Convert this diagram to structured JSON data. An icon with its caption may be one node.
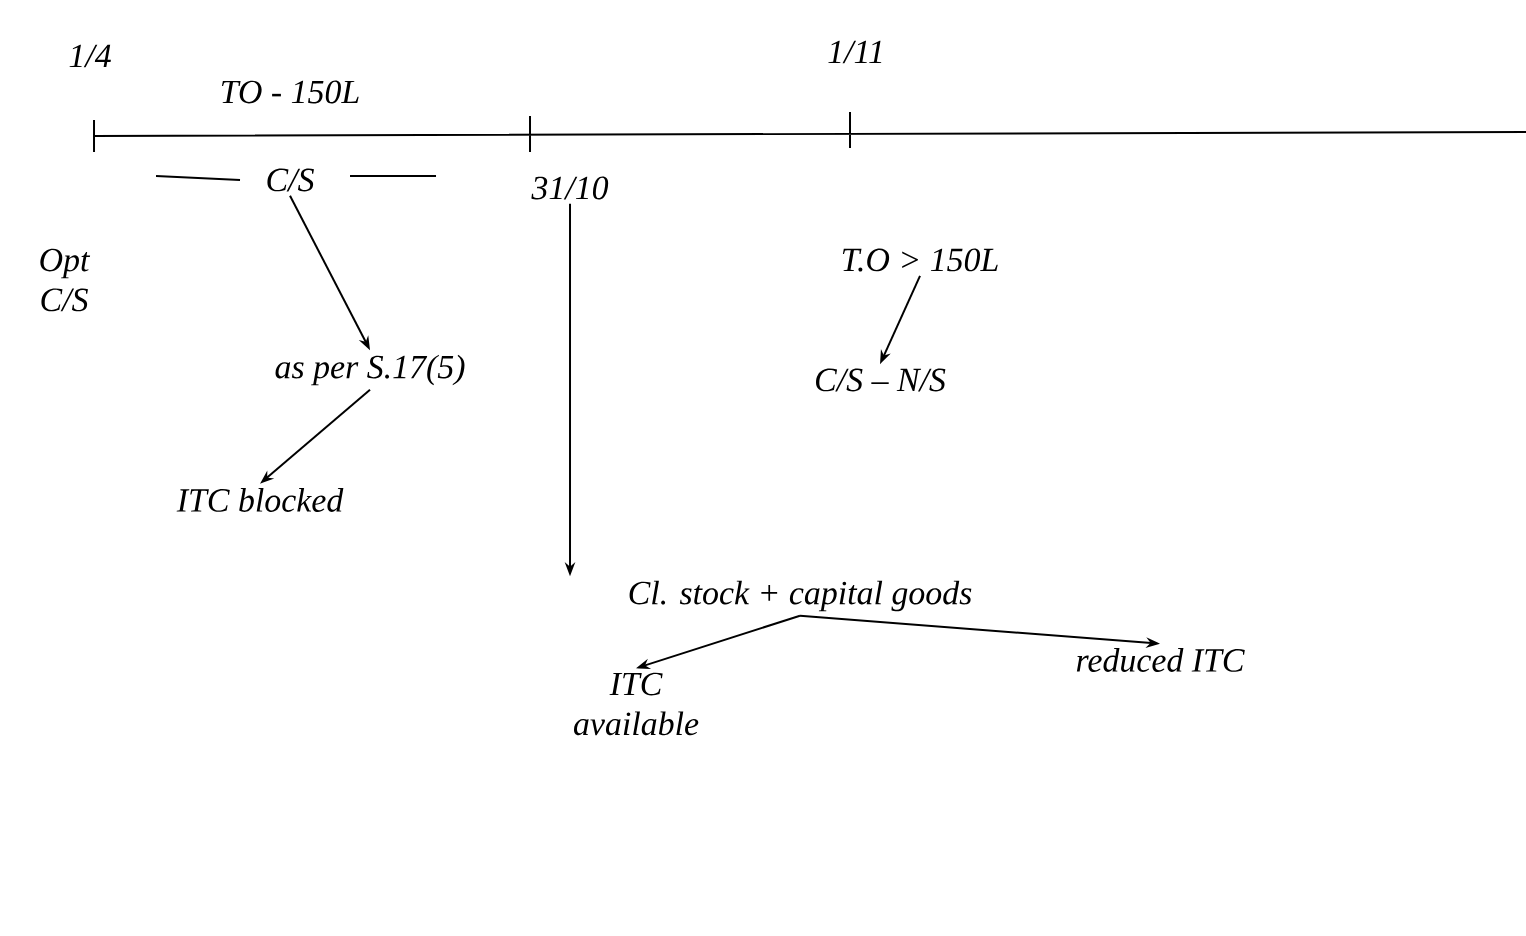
{
  "diagram": {
    "nodes": [
      {
        "text": [
          "C/S"
        ]
      },
      {
        "text": [
          "31/10"
        ]
      },
      {
        "text": [
          "Opt C/S"
        ]
      },
      {
        "text": [
          "T.O > 150L"
        ]
      },
      {
        "text": [
          "as per S.17(5)"
        ]
      },
      {
        "text": [
          "C/S – N/S"
        ]
      },
      {
        "text": [
          "ITC blocked"
        ]
      },
      {
        "text": [
          "Cl. stock + capital goods"
        ]
      },
      {
        "text": [
          "ITC available"
        ]
      },
      {
        "text": [
          "reduced ITC"
        ]
      }
    ],
    "edges": [
      {
        "from": 0,
        "to": 4,
        "arrow": "to"
      },
      {
        "from": 4,
        "to": 6,
        "arrow": "to"
      },
      {
        "from": 1,
        "to": 7,
        "arrow": "to"
      },
      {
        "from": 3,
        "to": 5,
        "arrow": "to"
      },
      {
        "from": 7,
        "to": 8,
        "arrow": "to"
      },
      {
        "from": 7,
        "to": 9,
        "arrow": "to"
      }
    ],
    "labels": [
      "1/4",
      "TO - 150L",
      "1/11"
    ]
  }
}
